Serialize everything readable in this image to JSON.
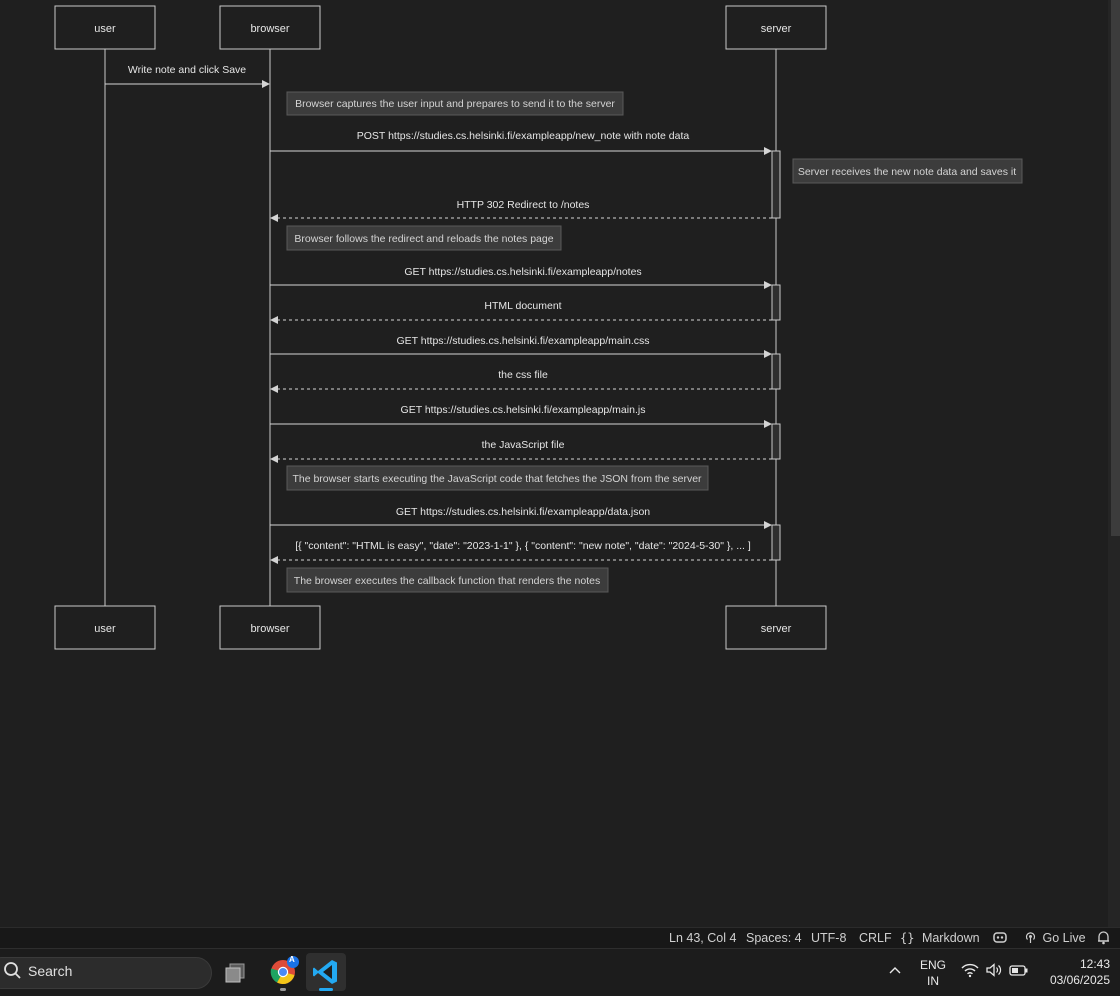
{
  "diagram": {
    "participants": [
      "user",
      "browser",
      "server"
    ],
    "messages": [
      {
        "text": "Write note and click Save",
        "from": "user",
        "to": "browser",
        "kind": "sync"
      },
      {
        "text": "POST https://studies.cs.helsinki.fi/exampleapp/new_note with note data",
        "from": "browser",
        "to": "server",
        "kind": "sync"
      },
      {
        "text": "HTTP 302 Redirect to /notes",
        "from": "server",
        "to": "browser",
        "kind": "reply"
      },
      {
        "text": "GET https://studies.cs.helsinki.fi/exampleapp/notes",
        "from": "browser",
        "to": "server",
        "kind": "sync"
      },
      {
        "text": "HTML document",
        "from": "server",
        "to": "browser",
        "kind": "reply"
      },
      {
        "text": "GET https://studies.cs.helsinki.fi/exampleapp/main.css",
        "from": "browser",
        "to": "server",
        "kind": "sync"
      },
      {
        "text": "the css file",
        "from": "server",
        "to": "browser",
        "kind": "reply"
      },
      {
        "text": "GET https://studies.cs.helsinki.fi/exampleapp/main.js",
        "from": "browser",
        "to": "server",
        "kind": "sync"
      },
      {
        "text": "the JavaScript file",
        "from": "server",
        "to": "browser",
        "kind": "reply"
      },
      {
        "text": "GET https://studies.cs.helsinki.fi/exampleapp/data.json",
        "from": "browser",
        "to": "server",
        "kind": "sync"
      },
      {
        "text": "[{ \"content\": \"HTML is easy\", \"date\": \"2023-1-1\" }, { \"content\": \"new note\", \"date\": \"2024-5-30\" }, ... ]",
        "from": "server",
        "to": "browser",
        "kind": "reply"
      }
    ],
    "notes": [
      {
        "text": "Browser captures the user input and prepares to send it to the server",
        "over": "browser"
      },
      {
        "text": "Server receives the new note data and saves it",
        "over": "server"
      },
      {
        "text": "Browser follows the redirect and reloads the notes page",
        "over": "browser"
      },
      {
        "text": "The browser starts executing the JavaScript code that fetches the JSON from the server",
        "over": "browser"
      },
      {
        "text": "The browser executes the callback function that renders the notes",
        "over": "browser"
      }
    ]
  },
  "statusbar": {
    "position": "Ln 43, Col 4",
    "spaces": "Spaces: 4",
    "encoding": "UTF-8",
    "eol": "CRLF",
    "language": "Markdown",
    "language_icon": "braces-icon",
    "copilot_icon": "copilot-icon",
    "go_live": "Go Live",
    "go_live_icon": "broadcast-icon",
    "notifications_icon": "bell-icon"
  },
  "taskbar": {
    "search_label": "Search",
    "apps": [
      {
        "name": "task-view",
        "icon": "task-view-icon"
      },
      {
        "name": "chrome",
        "icon": "chrome-icon",
        "badge": "A"
      },
      {
        "name": "vscode",
        "icon": "vscode-icon",
        "active": true
      }
    ],
    "language_top": "ENG",
    "language_bottom": "IN",
    "time": "12:43",
    "date": "03/06/2025"
  },
  "colors": {
    "background": "#1f1f1f",
    "line": "#d4d4d4",
    "note_fill": "#3c3c3c",
    "activation_fill": "#2f2f2f",
    "vscode_blue": "#23a9f2"
  }
}
